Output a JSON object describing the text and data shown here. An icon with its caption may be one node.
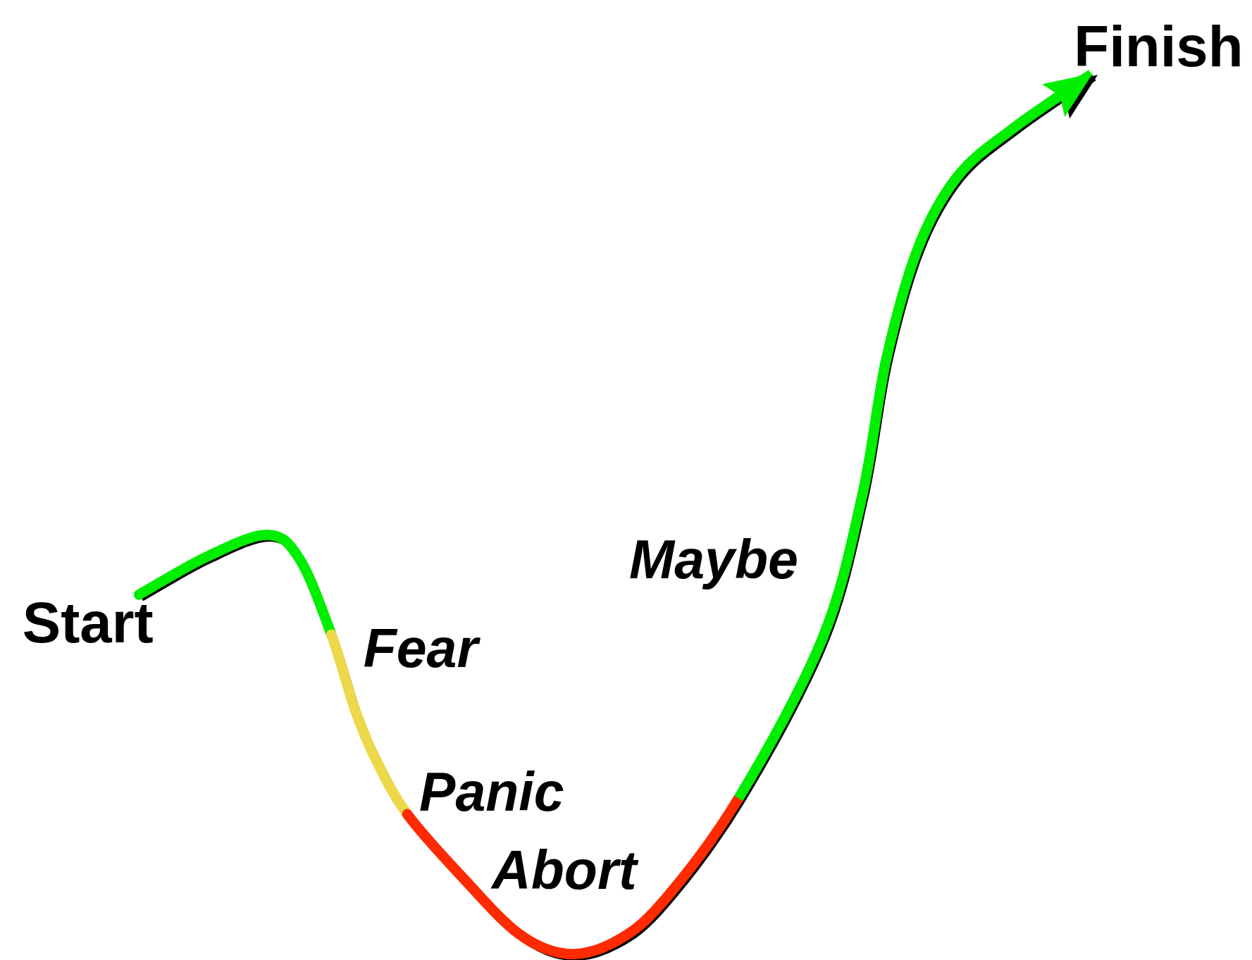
{
  "diagram": {
    "nodes": [
      {
        "text": [
          "Start"
        ]
      },
      {
        "text": [
          "Finish"
        ]
      }
    ],
    "edges": [
      {
        "from": 0,
        "to": 1,
        "arrow": "to"
      }
    ],
    "labels": [
      "Maybe",
      "Fear",
      "Panic",
      "Abort"
    ]
  }
}
